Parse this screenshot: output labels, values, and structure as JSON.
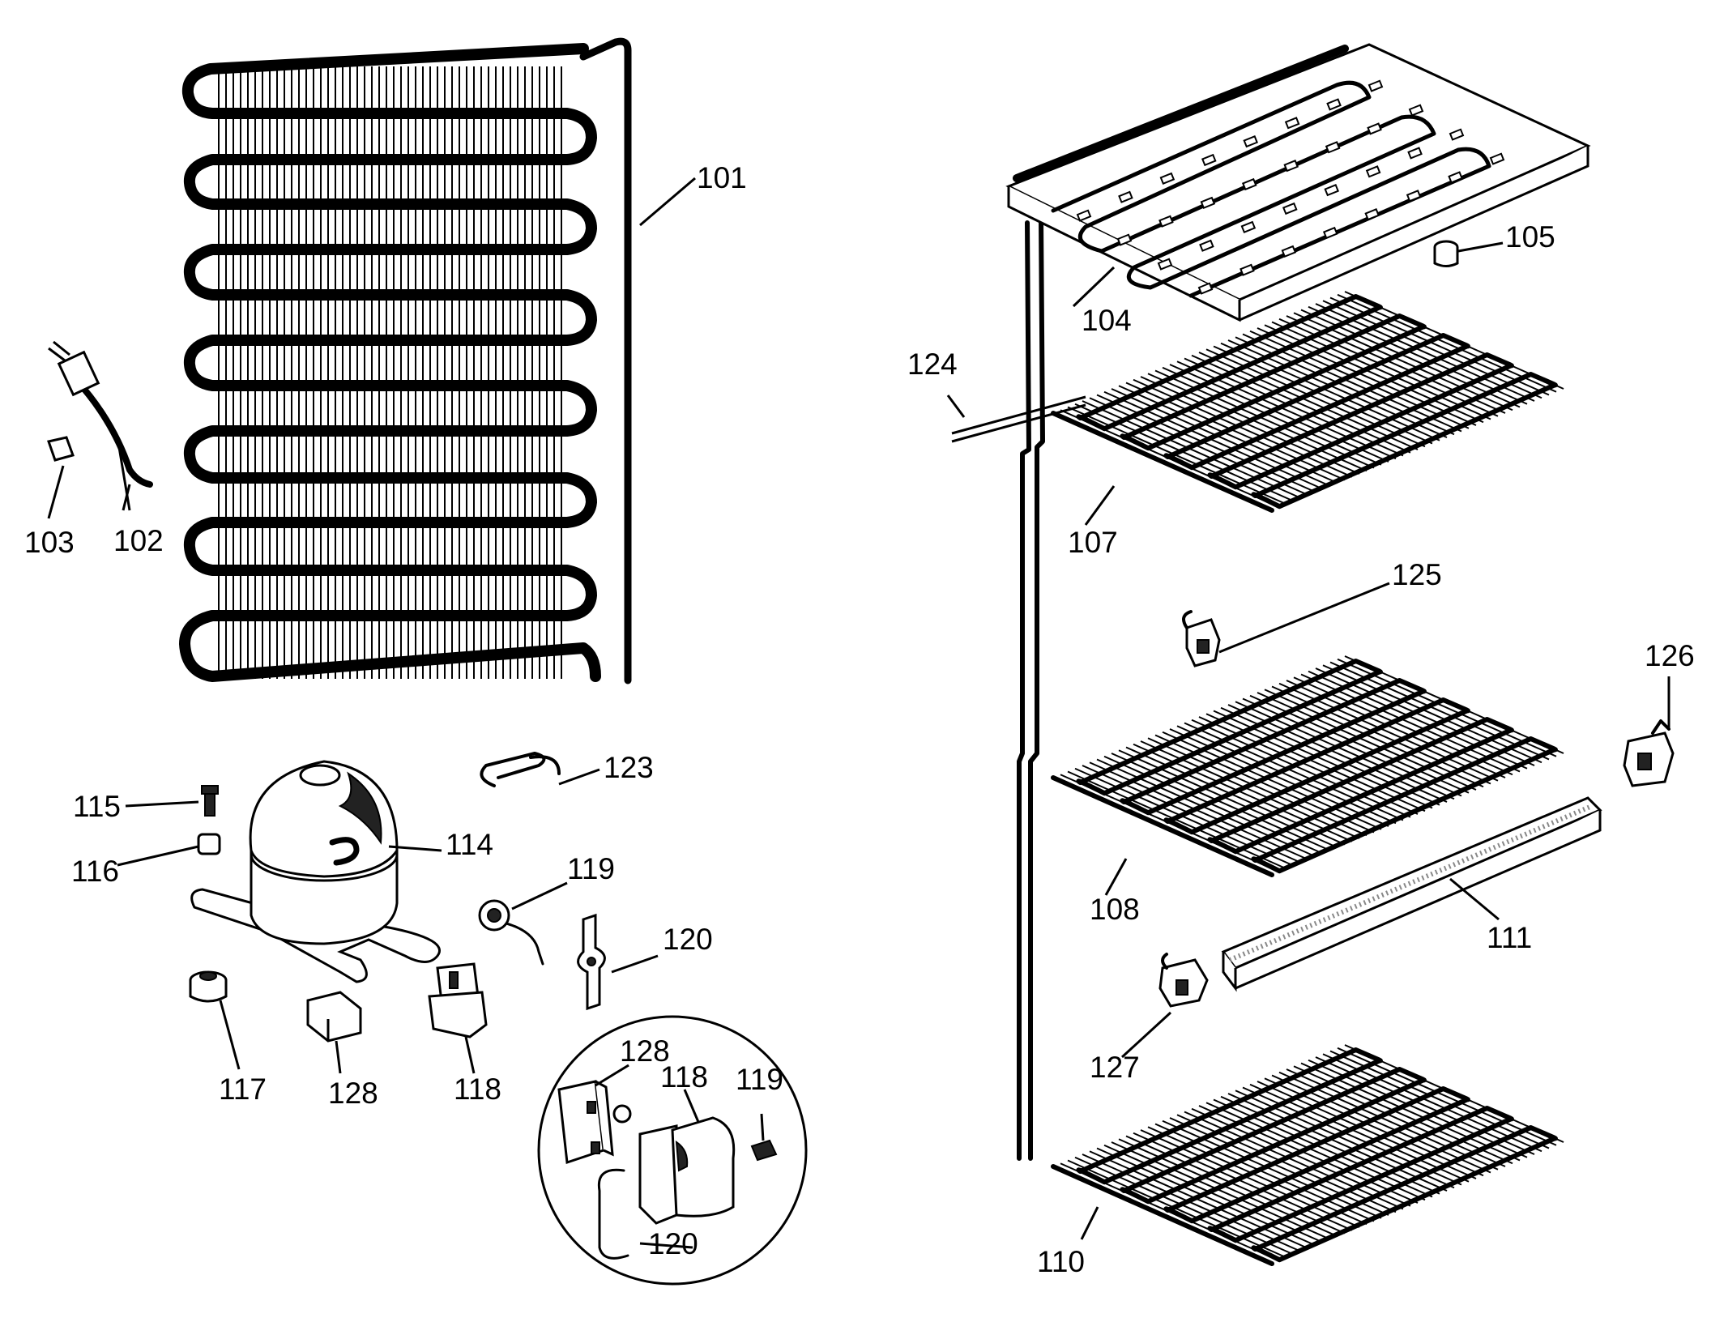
{
  "callouts": {
    "c101": "101",
    "c102": "102",
    "c103": "103",
    "c104": "104",
    "c105": "105",
    "c107": "107",
    "c108": "108",
    "c110": "110",
    "c111": "111",
    "c114": "114",
    "c115": "115",
    "c116": "116",
    "c117": "117",
    "c118": "118",
    "c118b": "118",
    "c119": "119",
    "c119b": "119",
    "c120": "120",
    "c120b": "120",
    "c123": "123",
    "c124": "124",
    "c125": "125",
    "c126": "126",
    "c127": "127",
    "c128": "128",
    "c128b": "128"
  }
}
